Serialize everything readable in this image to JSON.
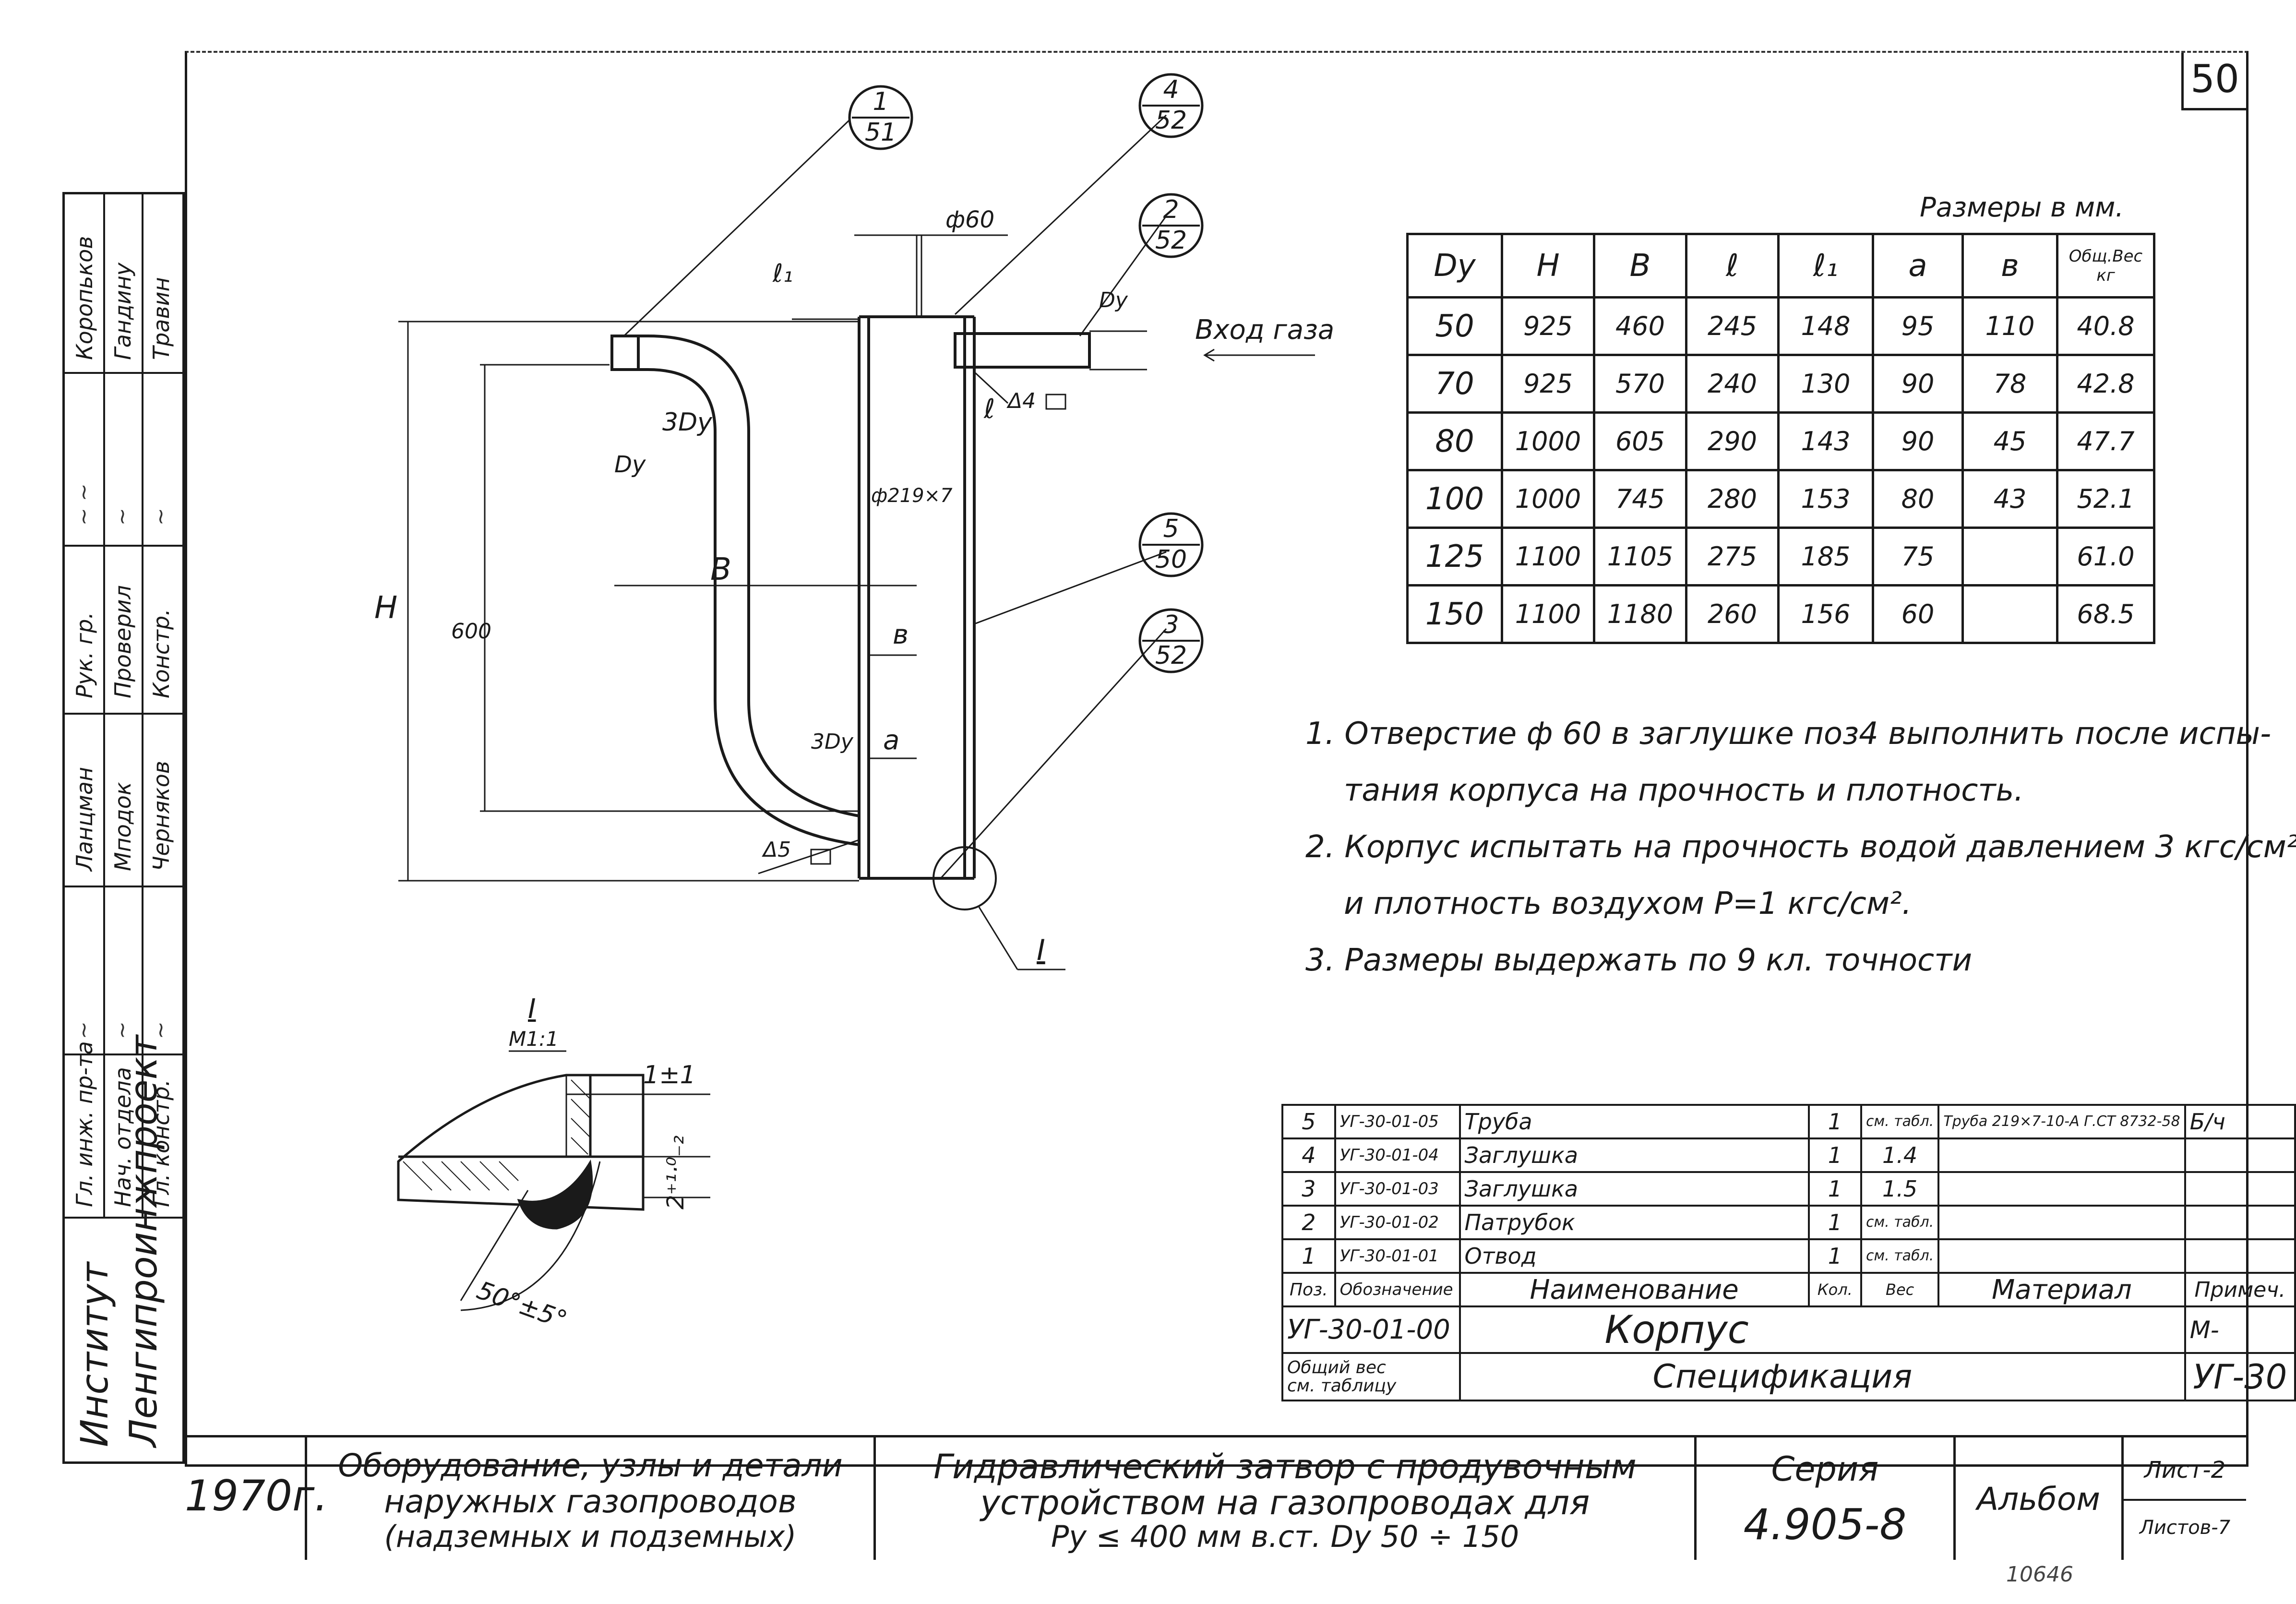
{
  "sheet_number": "50",
  "units_note": "Размеры в мм.",
  "drawing": {
    "callouts": [
      {
        "top": "1",
        "bottom": "51"
      },
      {
        "top": "4",
        "bottom": "52"
      },
      {
        "top": "2",
        "bottom": "52"
      },
      {
        "top": "5",
        "bottom": "50"
      },
      {
        "top": "3",
        "bottom": "52"
      }
    ],
    "gas_inlet": "Вход газа",
    "phi60": "ф60",
    "l1": "ℓ₁",
    "l": "ℓ",
    "dy": "Dу",
    "dy_right": "Dу",
    "three_dy_top": "3Dу",
    "three_dy_bottom": "3Dу",
    "delta4": "Δ4",
    "delta5": "Δ5",
    "pipe": "ф219×7",
    "h": "H",
    "h600": "600",
    "b_upper": "В",
    "b_lower": "в",
    "a": "а",
    "section_mark": "I",
    "detail_title": "I",
    "detail_scale": "М1:1",
    "detail_gap": "1±1",
    "detail_dim": "2⁺¹·⁰₋₂",
    "detail_angle": "50°±5°"
  },
  "dims_table": {
    "headers": [
      "Dу",
      "H",
      "В",
      "ℓ",
      "ℓ₁",
      "а",
      "в",
      "Общ.Вес кг"
    ],
    "rows": [
      [
        "50",
        "925",
        "460",
        "245",
        "148",
        "95",
        "110",
        "40.8"
      ],
      [
        "70",
        "925",
        "570",
        "240",
        "130",
        "90",
        "78",
        "42.8"
      ],
      [
        "80",
        "1000",
        "605",
        "290",
        "143",
        "90",
        "45",
        "47.7"
      ],
      [
        "100",
        "1000",
        "745",
        "280",
        "153",
        "80",
        "43",
        "52.1"
      ],
      [
        "125",
        "1100",
        "1105",
        "275",
        "185",
        "75",
        "",
        "61.0"
      ],
      [
        "150",
        "1100",
        "1180",
        "260",
        "156",
        "60",
        "",
        "68.5"
      ]
    ]
  },
  "notes": [
    "1. Отверстие ф 60 в заглушке поз4 выполнить после испы-",
    "тания корпуса на прочность и плотность.",
    "2. Корпус испытать на прочность водой давлением 3 кгс/см²",
    "и плотность воздухом Р=1 кгс/см².",
    "3. Размеры выдержать по 9 кл. точности"
  ],
  "spec_table": {
    "rows": [
      {
        "pos": "5",
        "code": "УГ-30-01-05",
        "name": "Труба",
        "qty": "1",
        "weight": "см. табл.",
        "material": "Труба 219×7-10-А Г.СТ 8732-58",
        "note": "Б/ч"
      },
      {
        "pos": "4",
        "code": "УГ-30-01-04",
        "name": "Заглушка",
        "qty": "1",
        "weight": "1.4",
        "material": "",
        "note": ""
      },
      {
        "pos": "3",
        "code": "УГ-30-01-03",
        "name": "Заглушка",
        "qty": "1",
        "weight": "1.5",
        "material": "",
        "note": ""
      },
      {
        "pos": "2",
        "code": "УГ-30-01-02",
        "name": "Патрубок",
        "qty": "1",
        "weight": "см. табл.",
        "material": "",
        "note": ""
      },
      {
        "pos": "1",
        "code": "УГ-30-01-01",
        "name": "Отвод",
        "qty": "1",
        "weight": "см. табл.",
        "material": "",
        "note": ""
      }
    ],
    "headers": [
      "Поз.",
      "Обозначение",
      "Наименование",
      "Кол.",
      "Вес",
      "Материал",
      "Примеч."
    ],
    "assembly_code": "УГ-30-01-00",
    "assembly_name": "Корпус",
    "assembly_note": "М-",
    "total_weight_1": "Общий вес",
    "total_weight_2": "см. таблицу",
    "specification": "Спецификация",
    "album_code": "УГ-30"
  },
  "title_block": {
    "year": "1970г.",
    "equipment_1": "Оборудование, узлы и детали",
    "equipment_2": "наружных газопроводов",
    "equipment_3": "(надземных и подземных)",
    "title_1": "Гидравлический затвор с продувочным",
    "title_2": "устройством на газопроводах для",
    "title_3": "Ру ≤ 400 мм в.ст.  Dу 50 ÷ 150",
    "series_label": "Серия",
    "series_value": "4.905-8",
    "album": "Альбом",
    "sheet": "Лист-2",
    "sheets": "Листов-7",
    "stamp": "10646"
  },
  "side_strip": {
    "institute": "Институт",
    "org": "Ленгипроинжпроект",
    "roles": [
      "Гл. инж. пр-та",
      "Нач. отдела",
      "Гл. констр."
    ],
    "roles2": [
      "Рук. гр.",
      "Проверил",
      "Констр."
    ],
    "names_a": [
      "Ланцман",
      "Мподок",
      "Черняков"
    ],
    "names_b": [
      "Коропьков",
      "Гандину",
      "Травин"
    ]
  }
}
